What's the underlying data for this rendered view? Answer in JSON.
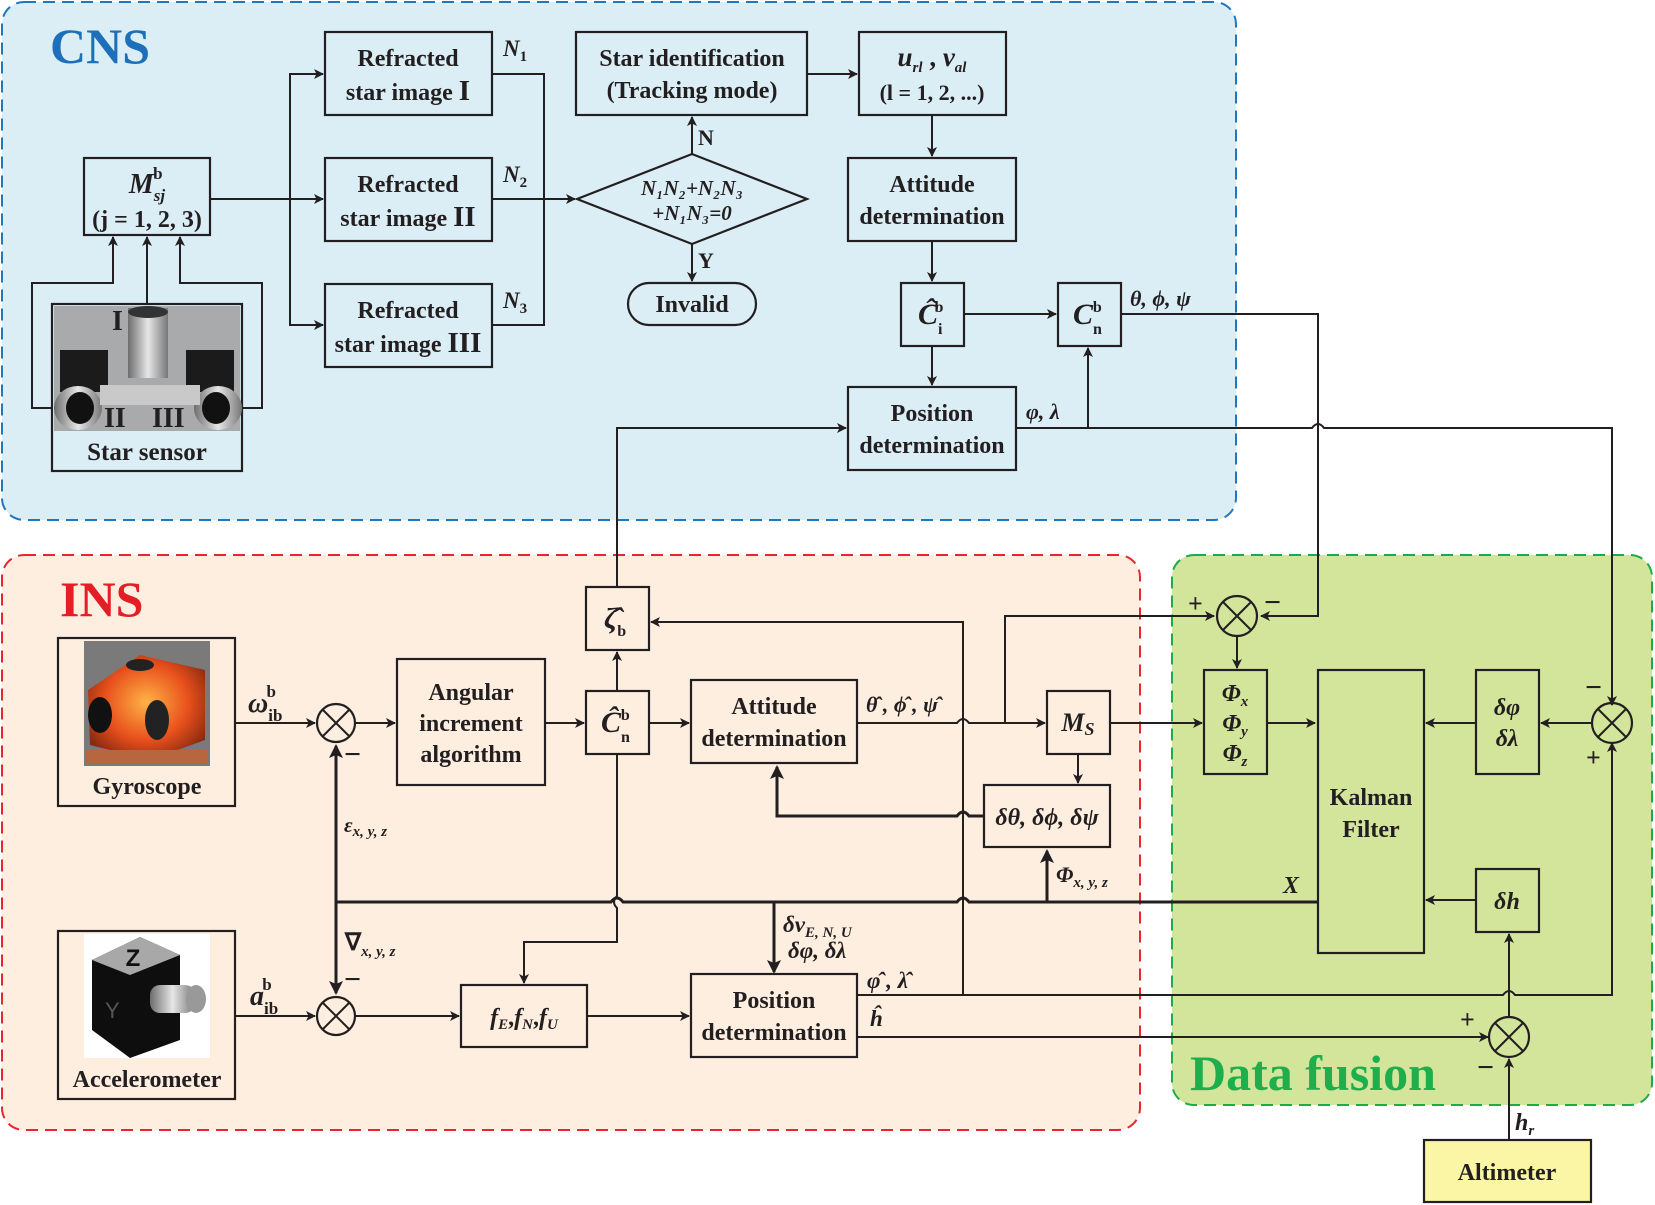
{
  "colors": {
    "cns_fill": "#dbeef6",
    "cns_border": "#1f77c0",
    "cns_title": "#1c6fb8",
    "ins_fill": "#fdeee0",
    "ins_border": "#e8262d",
    "ins_title": "#e31e24",
    "fusion_fill": "#d3e59b",
    "fusion_border": "#1faa4a",
    "fusion_title": "#1fae4c",
    "altimeter_fill": "#fbf5a6",
    "line": "#231f20"
  },
  "regions": {
    "cns": "CNS",
    "ins": "INS",
    "fusion": "Data fusion"
  },
  "cns": {
    "star_sensor": {
      "label": "Star sensor",
      "tag_1": "I",
      "tag_2": "II",
      "tag_3": "III"
    },
    "msj": {
      "main": "M",
      "sup": "b",
      "sub": "sj",
      "line2": "(j = 1, 2, 3)"
    },
    "refracted": [
      {
        "line1": "Refracted",
        "line2": "star image",
        "roman": "I",
        "out": "N",
        "out_sub": "1"
      },
      {
        "line1": "Refracted",
        "line2": "star image",
        "roman": "II",
        "out": "N",
        "out_sub": "2"
      },
      {
        "line1": "Refracted",
        "line2": "star image",
        "roman": "III",
        "out": "N",
        "out_sub": "3"
      }
    ],
    "decision": {
      "line1": "N₁N₂+N₂N₃",
      "line2": "+N₁N₃=0",
      "yes": "Y",
      "no": "N"
    },
    "invalid": "Invalid",
    "star_id": {
      "line1": "Star identification",
      "line2": "(Tracking mode)"
    },
    "uv": {
      "line1": "u",
      "line1_sub": "rl",
      "sep": " , ",
      "v": "v",
      "v_sub": "al",
      "line2": "(l = 1, 2, ...)"
    },
    "attitude": {
      "line1": "Attitude",
      "line2": "determination"
    },
    "ci": {
      "main": "Ĉ",
      "sup": "b",
      "sub": "i"
    },
    "cn": {
      "main": "C",
      "sup": "b",
      "sub": "n"
    },
    "cn_out": "θ, ϕ, ψ",
    "position": {
      "line1": "Position",
      "line2": "determination"
    },
    "pos_out": "φ, λ"
  },
  "ins": {
    "gyro": {
      "label": "Gyroscope",
      "out": "ω",
      "out_sup": "b",
      "out_sub": "ib"
    },
    "accel": {
      "label": "Accelerometer",
      "out": "a",
      "out_sup": "b",
      "out_sub": "ib",
      "cube_letter_top": "Z",
      "cube_letter_side": "Y"
    },
    "eps": {
      "sym": "ε",
      "sub": "x, y, z"
    },
    "nabla": {
      "sym": "∇",
      "sub": "x, y, z"
    },
    "minus": "−",
    "angular": {
      "line1": "Angular",
      "line2": "increment",
      "line3": "algorithm"
    },
    "cn_hat": {
      "main": "Ĉ",
      "sup": "b",
      "sub": "n"
    },
    "zeta": {
      "main": "ζ̂",
      "sub": "b"
    },
    "attitude": {
      "line1": "Attitude",
      "line2": "determination"
    },
    "att_out": "θ̂ , ϕ̂ , ψ̂",
    "ms": {
      "main": "M",
      "sub": "S"
    },
    "delta_att": "δθ, δϕ, δψ",
    "phi_xyz": {
      "sym": "Φ",
      "sub": "x, y, z"
    },
    "f": {
      "e": "f",
      "e_sub": "E",
      "n": "f",
      "n_sub": "N",
      "u": "f",
      "u_sub": "U"
    },
    "dv": {
      "sym": "δv",
      "sub": "E, N, U",
      "line2": "δφ, δλ"
    },
    "position": {
      "line1": "Position",
      "line2": "determination"
    },
    "pos_out1": "φ̂ , λ̂",
    "pos_out2": "ĥ"
  },
  "fusion": {
    "phi_box": [
      {
        "sym": "Φ",
        "sub": "x"
      },
      {
        "sym": "Φ",
        "sub": "y"
      },
      {
        "sym": "Φ",
        "sub": "z"
      }
    ],
    "kalman": {
      "line1": "Kalman",
      "line2": "Filter"
    },
    "dphi": {
      "line1": "δφ",
      "line2": "δλ"
    },
    "dh": "δh",
    "x_label": "X",
    "plus": "+",
    "minus": "−",
    "hr": {
      "sym": "h",
      "sub": "r"
    },
    "altimeter": "Altimeter"
  }
}
